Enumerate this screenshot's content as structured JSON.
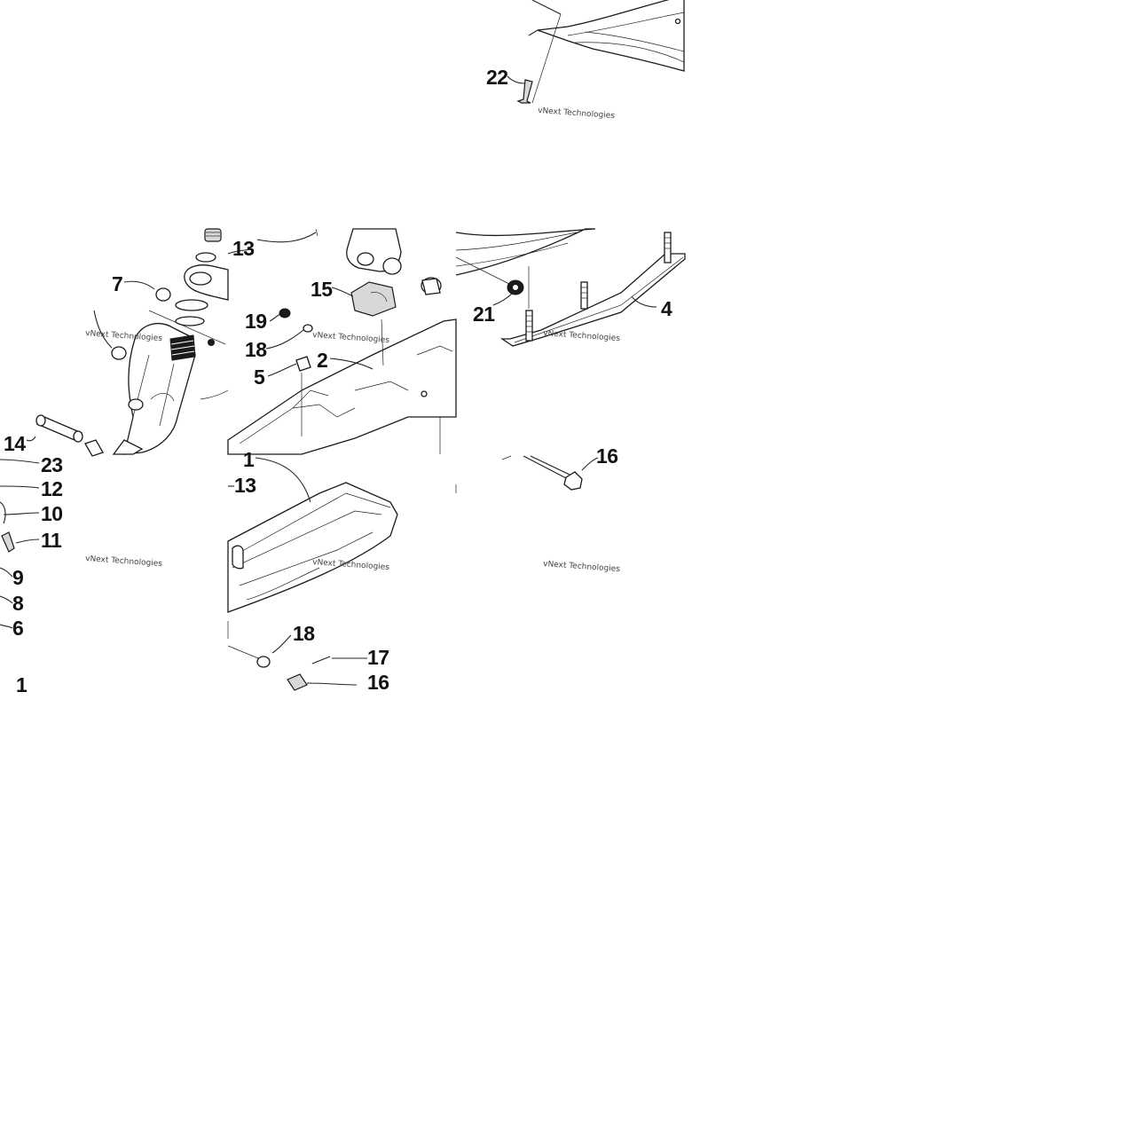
{
  "figure": {
    "watermark": "vNext Technologies"
  },
  "callouts": {
    "c1": "1",
    "c1b": "1",
    "c2": "2",
    "c4": "4",
    "c5": "5",
    "c6": "6",
    "c7": "7",
    "c8": "8",
    "c9": "9",
    "c10": "10",
    "c11": "11",
    "c12": "12",
    "c13": "13",
    "c13b": "13",
    "c14": "14",
    "c15": "15",
    "c16": "16",
    "c16b": "16",
    "c17": "17",
    "c18": "18",
    "c18b": "18",
    "c19": "19",
    "c21": "21",
    "c22": "22",
    "c23": "23"
  },
  "colors": {
    "line": "#1a1a1a",
    "background": "#ffffff",
    "watermark": "#444444"
  }
}
